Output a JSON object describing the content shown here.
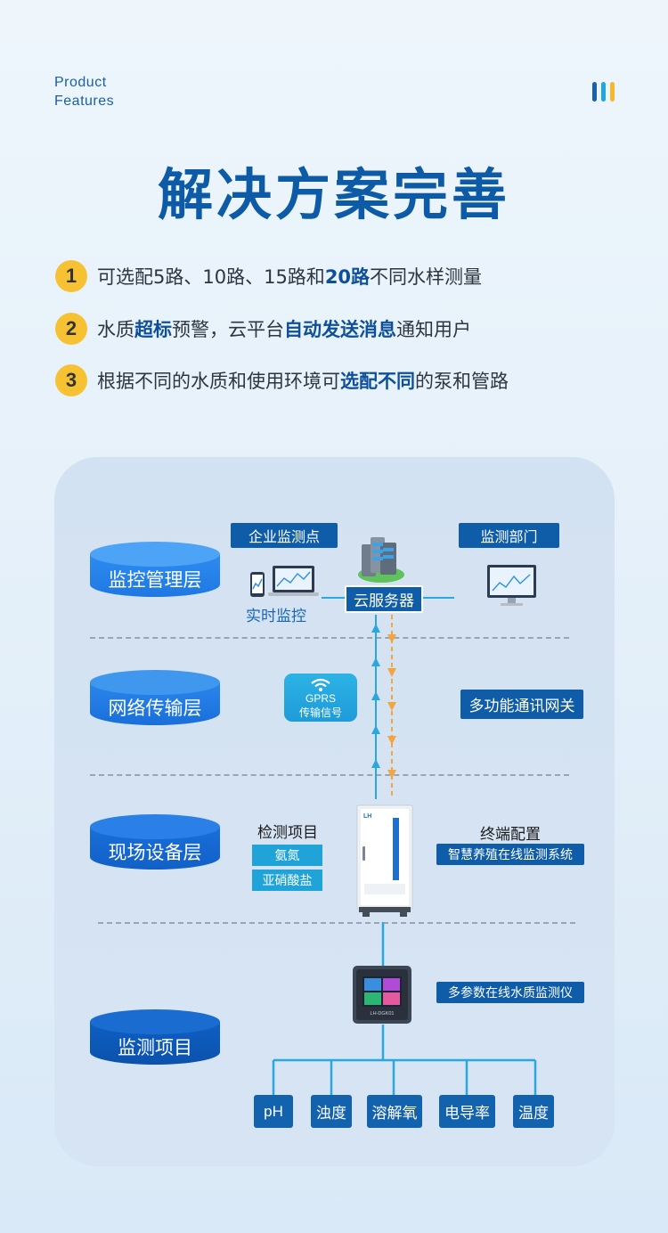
{
  "header": {
    "product_line1": "Product",
    "product_line2": "Features",
    "title": "解决方案完善",
    "accent_bars": [
      "#1a5fb0",
      "#1fa8e0",
      "#f5b82e"
    ]
  },
  "features": [
    {
      "num": "1",
      "parts": [
        "可选配5路、10路、15路和",
        "20路",
        "不同水样测量"
      ]
    },
    {
      "num": "2",
      "parts": [
        "水质",
        "超标",
        "预警，云平台",
        "自动发送消息",
        "通知用户"
      ]
    },
    {
      "num": "3",
      "parts": [
        "根据不同的水质和使用环境可",
        "选配不同",
        "的泵和管路"
      ]
    }
  ],
  "diagram": {
    "layers": [
      "监控管理层",
      "网络传输层",
      "现场设备层",
      "监测项目"
    ],
    "enterprise_label": "企业监测点",
    "dept_label": "监测部门",
    "realtime_label": "实时监控",
    "cloud_label": "云服务器",
    "gprs_line1": "GPRS",
    "gprs_line2": "传输信号",
    "gateway_label": "多功能通讯网关",
    "items_title": "检测项目",
    "items": [
      "氨氮",
      "亚硝酸盐"
    ],
    "terminal_title": "终端配置",
    "terminal_system": "智慧养殖在线监测系统",
    "meter_label": "多参数在线水质监测仪",
    "meter_screen_text": "LH-DGK01",
    "cabinet_brand": "LH",
    "probes": [
      "pH",
      "浊度",
      "溶解氧",
      "电导率",
      "温度"
    ]
  },
  "colors": {
    "primary": "#0f5da8",
    "cylinder_light": "#2a86ea",
    "cylinder_dark": "#0b58b8",
    "badge_yellow": "#f6c233",
    "arrow_blue": "#2ba7e0",
    "arrow_orange": "#f3a541"
  }
}
